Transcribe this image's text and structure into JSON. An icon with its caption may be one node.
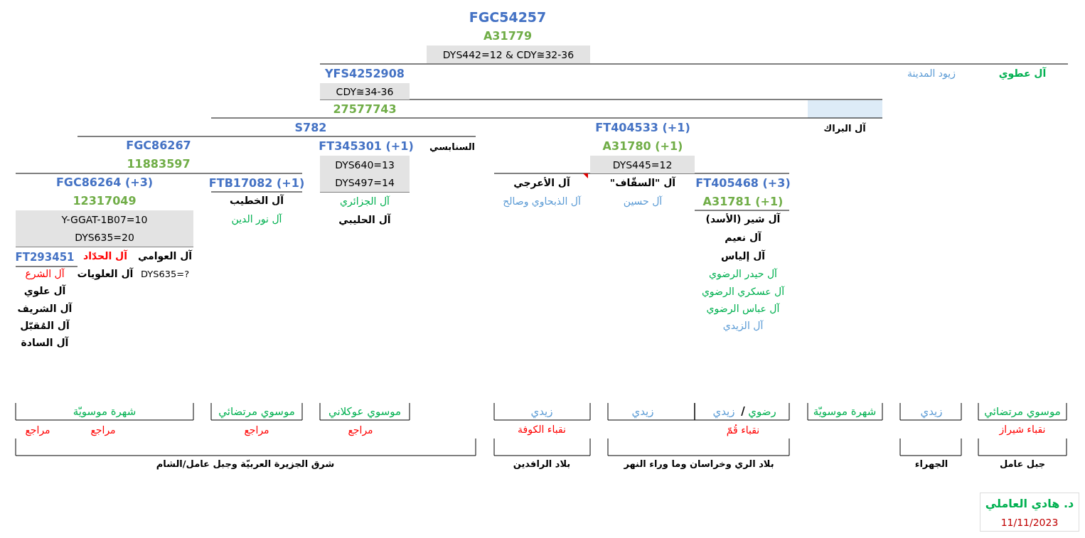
{
  "diagram": {
    "nodes": [
      {
        "text": [
          "DYS442=12 & CDY≅32-36"
        ]
      },
      {
        "text": [
          "CDY≅34-36"
        ]
      },
      {
        "text": [
          "DYS640=13",
          "DYS497=14"
        ]
      },
      {
        "text": [
          "DYS445=12"
        ]
      },
      {
        "text": [
          "Y-GGAT-1B07=10",
          "DYS635=20"
        ]
      },
      {
        "text": [
          "د. هادي العاملي",
          "11/11/2023"
        ]
      }
    ],
    "labels": [
      "FGC54257",
      "A31779",
      "YFS4252908",
      "27577743",
      "زيود المدينة",
      "آل عطوي",
      "S782",
      "FT404533 (+1)",
      "آل البراك",
      "FGC86267",
      "11883597",
      "FT345301 (+1)",
      "السنابسي",
      "A31780 (+1)",
      "FGC86264 (+3)",
      "12317049",
      "FTB17082 (+1)",
      "آل الخطيب",
      "آل نور الدين",
      "آل الجزائري",
      "آل الحليبي",
      "آل الأعرجي",
      "آل الذبحاوي وصالح",
      "آل \"السقّاف\"",
      "آل حسين",
      "FT405468 (+3)",
      "A31781 (+1)",
      "آل شير (الأسد)",
      "آل نعيم",
      "آل إلياس",
      "آل حيدر الرضوي",
      "آل عسكري الرضوي",
      "آل عباس الرضوي",
      "آل الزيدي",
      "FT293451",
      "آل الحدّاد",
      "آل العوامي",
      "آل الشرع",
      "آل العلويات",
      "DYS635=?",
      "آل علوي",
      "آل الشريف",
      "آل المُقبّل",
      "آل السادة",
      "شهرة موسويّة",
      "موسوي مرتضائي",
      "موسوي عوكلاني",
      "زيدي",
      "زيدي",
      "زيدي",
      "/",
      "رضوي",
      "شهرة موسويّة",
      "زيدي",
      "موسوي مرتضائي",
      "مراجع",
      "مراجع",
      "مراجع",
      "مراجع",
      "نقباء الكوفة",
      "نقباء قُمّ",
      "نقباء شيراز",
      "شرق الجزيرة العربيّة وجبل عامل/الشام",
      "بلاد الرافدين",
      "بلاد الري وخراسان وما وراء النهر",
      "الجهراء",
      "جبل عامل"
    ]
  }
}
